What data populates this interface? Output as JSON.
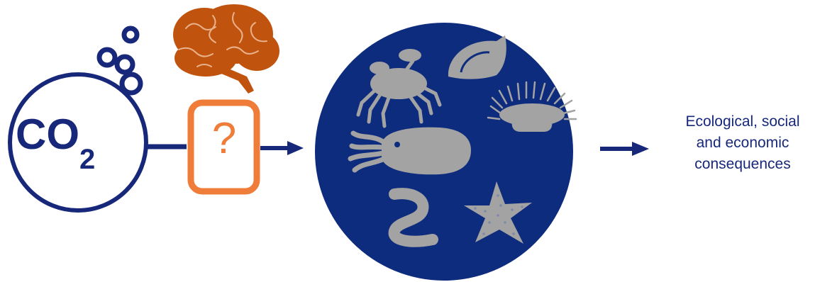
{
  "colors": {
    "navy": "#17287A",
    "ocean": "#0E2C7E",
    "orange": "#EF7D39",
    "brain": "#C0540E",
    "animal_gray": "#A3A3A3"
  },
  "co2": {
    "main": "CO",
    "subscript": "2"
  },
  "unknown_symbol": "?",
  "outcome": {
    "lines": [
      "Ecological, social",
      "and economic",
      "consequences"
    ]
  },
  "icons": [
    "bubbles-icon",
    "brain-icon",
    "crab-icon",
    "shell-icon",
    "anemone-icon",
    "squid-icon",
    "worm-icon",
    "starfish-icon"
  ]
}
